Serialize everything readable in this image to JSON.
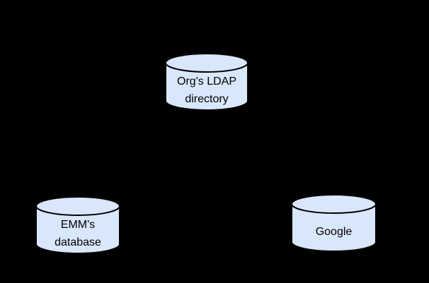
{
  "diagram": {
    "background_color": "#000000",
    "node_fill_color": "#d9e7fb",
    "node_stroke_color": "#000000",
    "text_color": "#000000",
    "nodes": [
      {
        "id": "org-ldap-directory",
        "shape": "database-cylinder",
        "label_lines": [
          "Org's LDAP",
          "directory"
        ]
      },
      {
        "id": "emm-database",
        "shape": "database-cylinder",
        "label_lines": [
          "EMM's",
          "database"
        ]
      },
      {
        "id": "google",
        "shape": "database-cylinder",
        "label_lines": [
          "Google"
        ]
      }
    ]
  }
}
